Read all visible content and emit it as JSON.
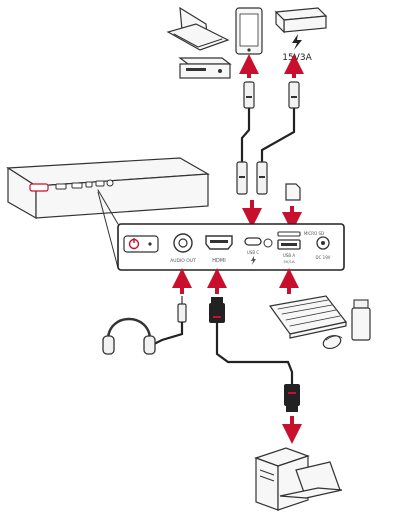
{
  "diagram": {
    "power_bank_label": "15V3A",
    "audio_out_label": "AUDIO OUT",
    "hdmi_label": "HDMI",
    "usb_c_label": "USB C",
    "usb_a_label": "USB A",
    "usb_a_sublabel": "5V/1A",
    "micro_sd_label": "MICRO SD",
    "dc_in_label": "DC 19V",
    "colors": {
      "arrow": "#c8102e",
      "power_button": "#c8102e",
      "outline": "#333333",
      "cable": "#222222"
    }
  }
}
